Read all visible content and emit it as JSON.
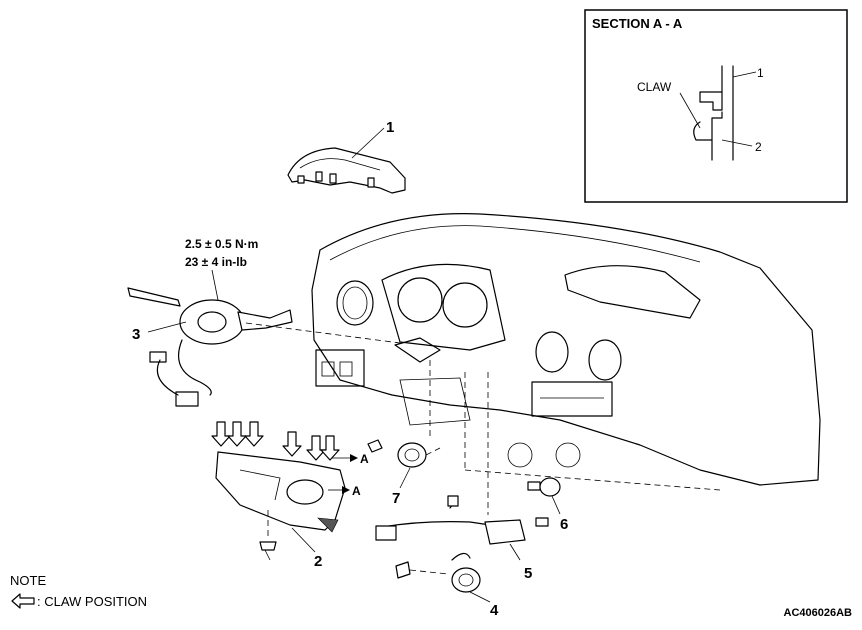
{
  "section": {
    "title": "SECTION A - A",
    "claw_label": "CLAW",
    "part_1": "1",
    "part_2": "2"
  },
  "torque": {
    "metric": "2.5 ± 0.5 N·m",
    "imperial": "23 ± 4 in-lb"
  },
  "callouts": {
    "c1": "1",
    "c2": "2",
    "c3": "3",
    "c4": "4",
    "c5": "5",
    "c6": "6",
    "c7": "7",
    "a_upper": "A",
    "a_lower": "A"
  },
  "note": {
    "heading": "NOTE",
    "legend": ": CLAW POSITION"
  },
  "figure_code": "AC406026AB"
}
